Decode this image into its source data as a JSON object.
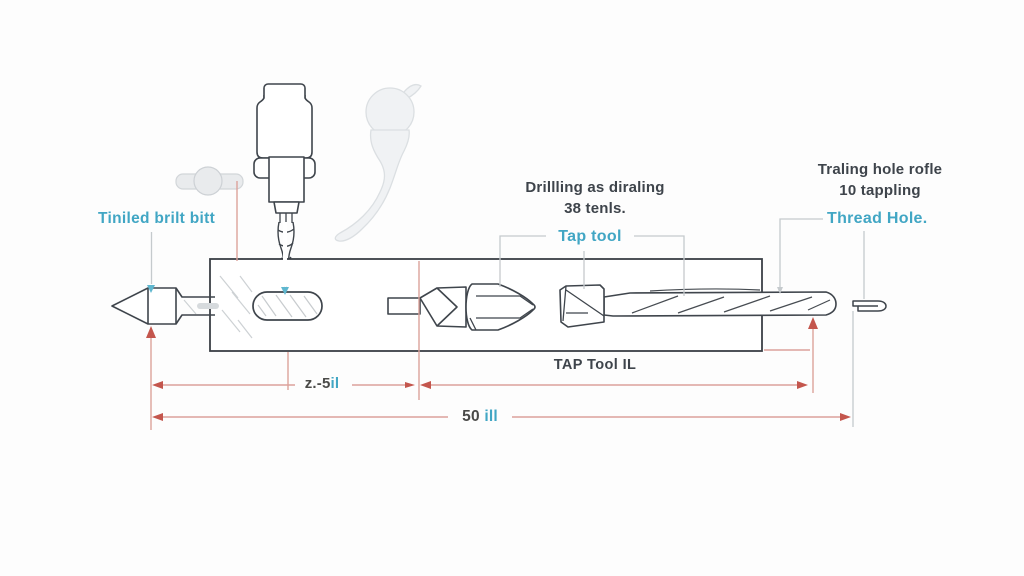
{
  "labels": {
    "drill_bit": "Tiniled brilt bitt",
    "drilling_note_1": "Drillling as diraling",
    "drilling_note_2": "38 tenls.",
    "tap_tool": "Tap tool",
    "tapping_note_1": "Traling hole rofle",
    "tapping_note_2": "10 tappling",
    "thread_hole": "Thread Hole.",
    "tap_tool_length": "TAP Tool IL"
  },
  "dimensions": {
    "mid_dark": "z.-5",
    "mid_accent": "il",
    "total_dark": "50",
    "total_accent": "ill"
  },
  "colors": {
    "accent_teal": "#41a6c4",
    "text_dark": "#3e444b",
    "outline_dark": "#3f454c",
    "dimension_line": "#dba29b",
    "dimension_arrow": "#c4564d",
    "leader_gray": "#c5cacd",
    "ghost_fill": "#f0f2f4"
  }
}
